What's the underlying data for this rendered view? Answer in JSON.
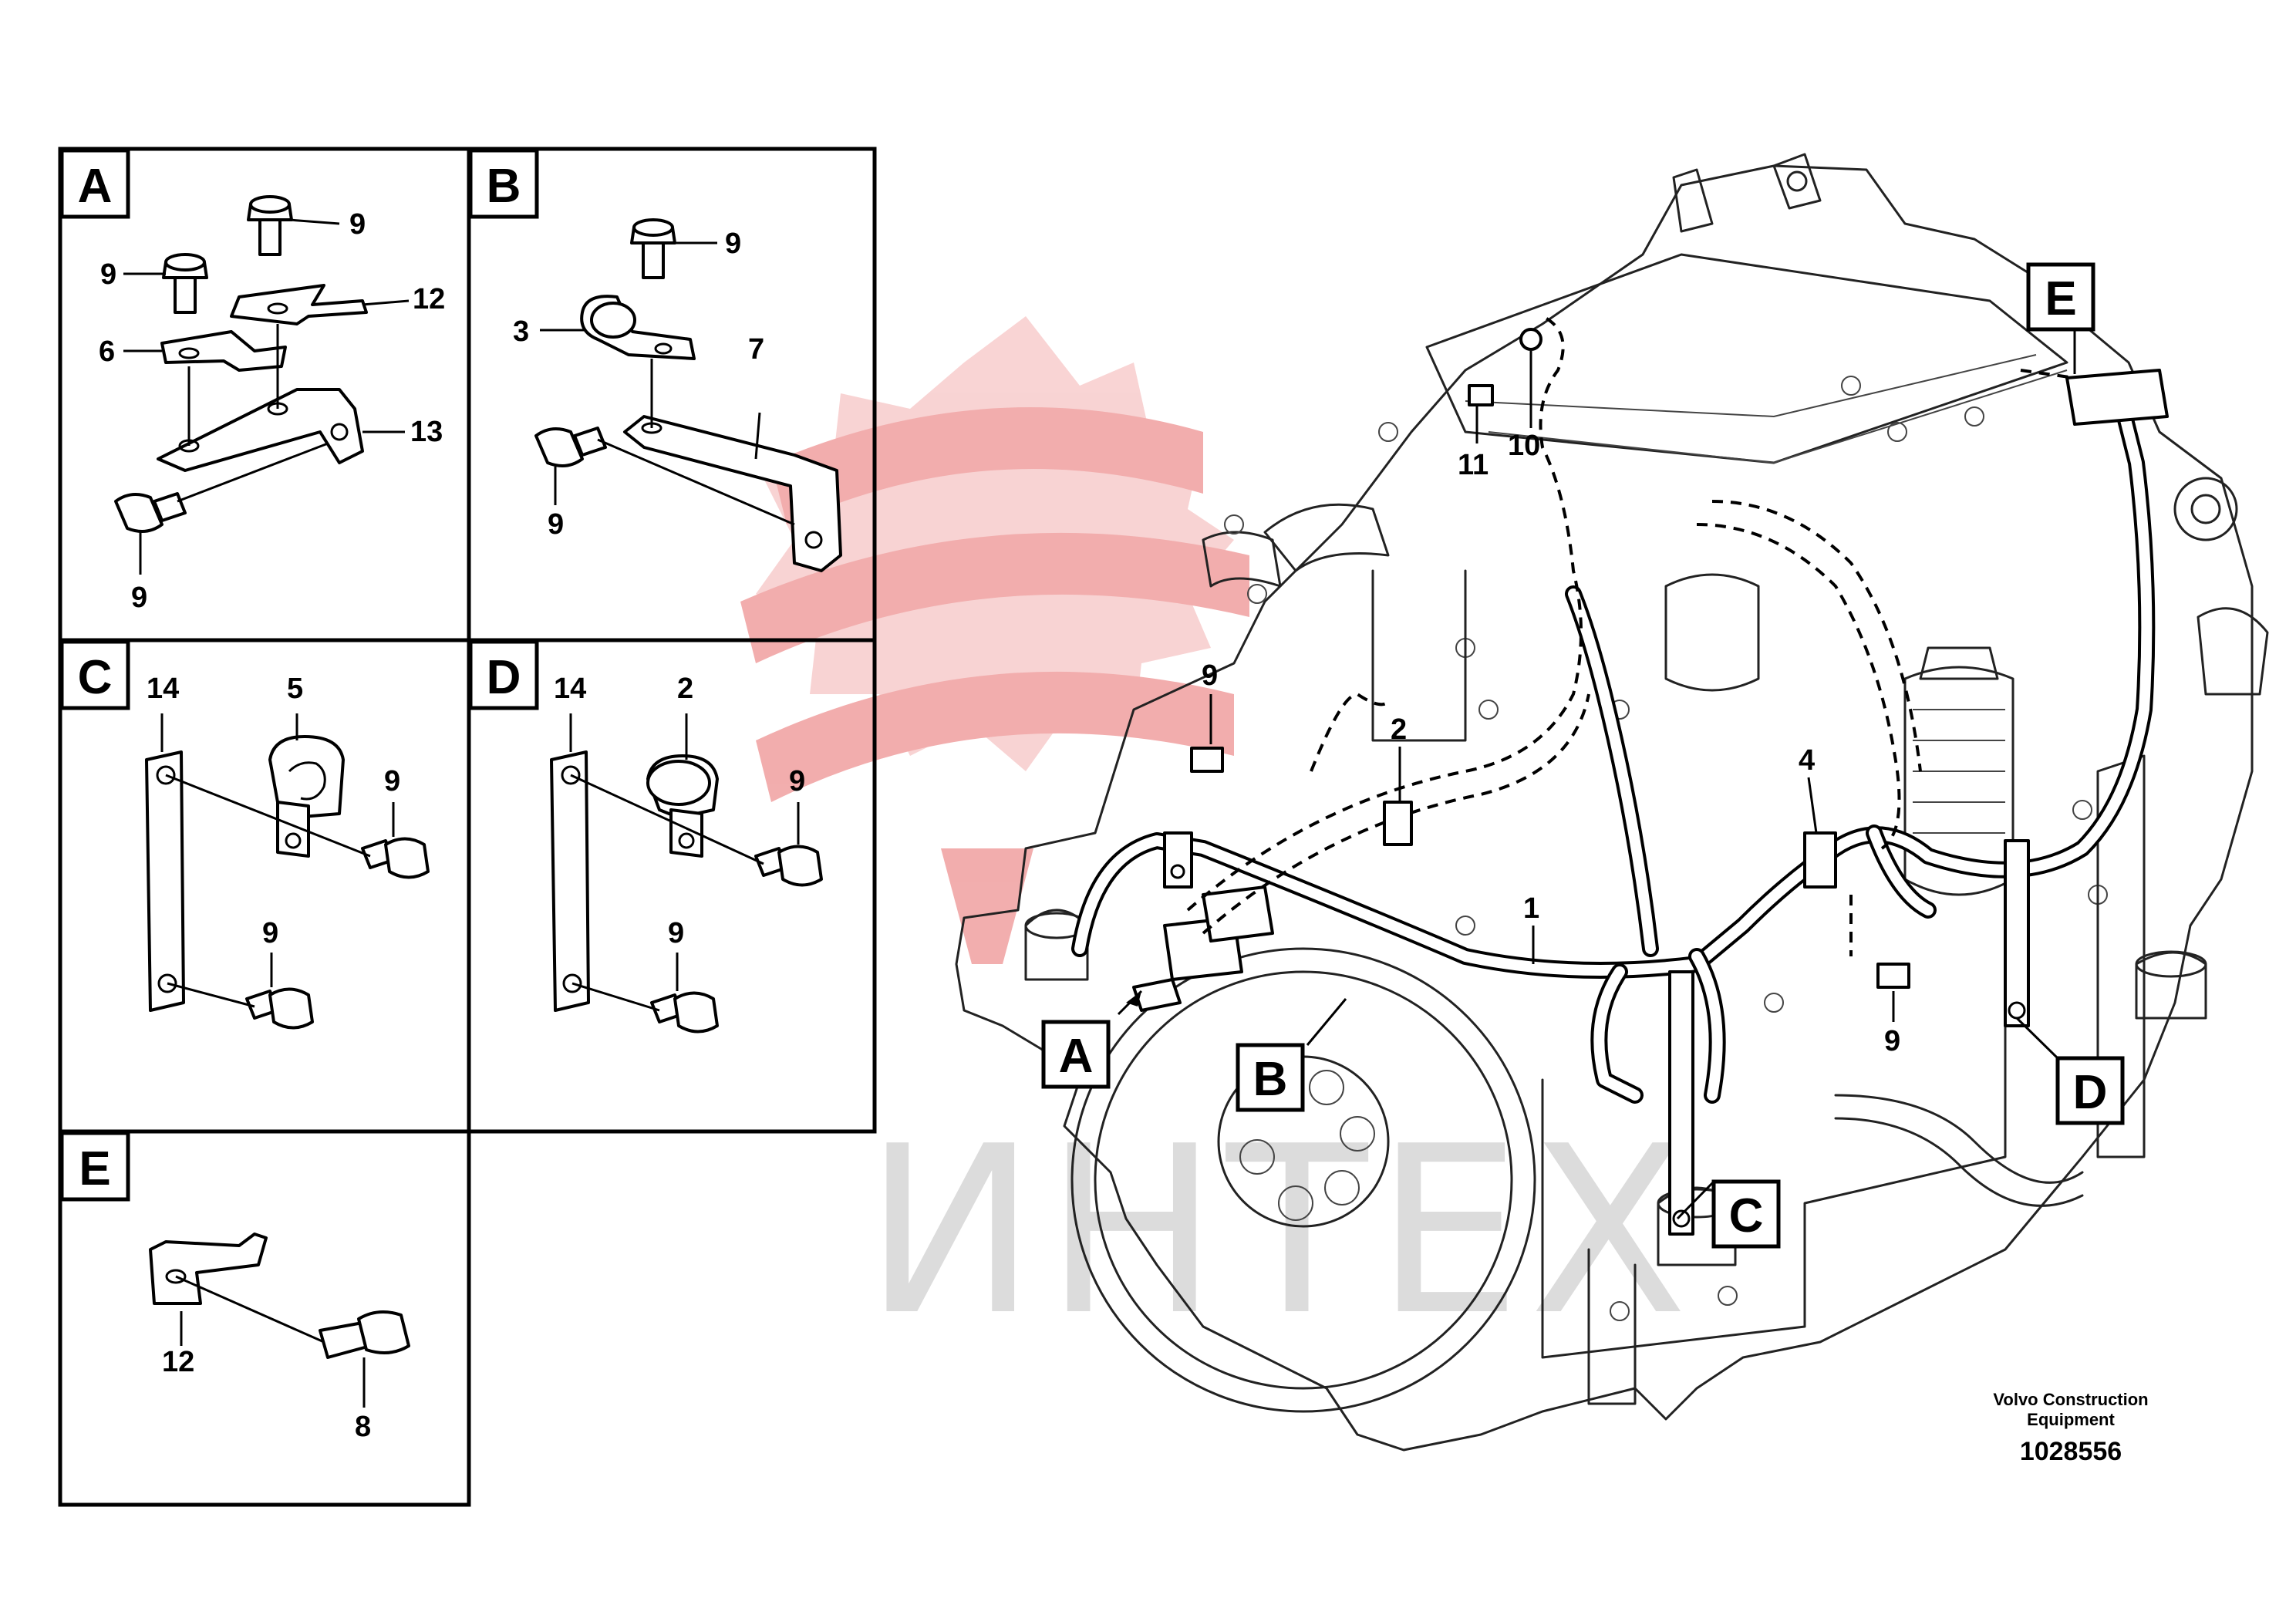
{
  "panels": {
    "A": {
      "letter": "A",
      "labels": [
        "9",
        "9",
        "12",
        "6",
        "13",
        "9"
      ]
    },
    "B": {
      "letter": "B",
      "labels": [
        "9",
        "3",
        "7",
        "9"
      ]
    },
    "C": {
      "letter": "C",
      "labels": [
        "14",
        "5",
        "9",
        "9"
      ]
    },
    "D": {
      "letter": "D",
      "labels": [
        "14",
        "2",
        "9",
        "9"
      ]
    },
    "E": {
      "letter": "E",
      "labels": [
        "12",
        "8"
      ]
    }
  },
  "main": {
    "callouts": {
      "A": "A",
      "B": "B",
      "C": "C",
      "D": "D",
      "E": "E"
    },
    "part_labels": [
      "9",
      "2",
      "11",
      "10",
      "4",
      "1",
      "9"
    ]
  },
  "watermark": "ИНТЕХ",
  "credit": {
    "line1": "Volvo Construction",
    "line2": "Equipment"
  },
  "doc_number": "1028556",
  "colors": {
    "watermark_logo": "#f2a0a0",
    "watermark_text": "#dcdcdc",
    "line": "#000000"
  }
}
